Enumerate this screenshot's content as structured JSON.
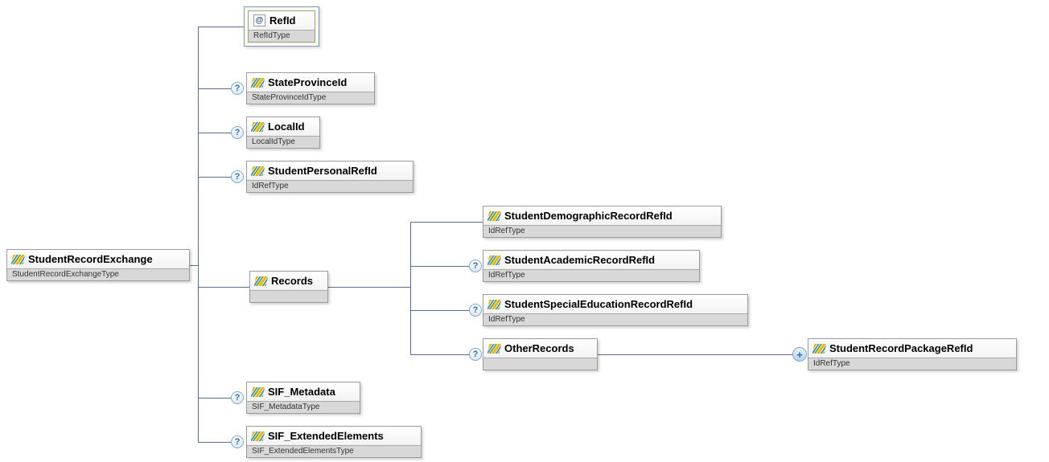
{
  "diagram": {
    "nodes": {
      "root": {
        "name": "StudentRecordExchange",
        "type": "StudentRecordExchangeType"
      },
      "refId": {
        "name": "RefId",
        "type": "RefIdType"
      },
      "stateProvinceId": {
        "name": "StateProvinceId",
        "type": "StateProvinceIdType"
      },
      "localId": {
        "name": "LocalId",
        "type": "LocalIdType"
      },
      "studentPersonalRefId": {
        "name": "StudentPersonalRefId",
        "type": "IdRefType"
      },
      "records": {
        "name": "Records",
        "type": ""
      },
      "studentDemographicRecordRefId": {
        "name": "StudentDemographicRecordRefId",
        "type": "IdRefType"
      },
      "studentAcademicRecordRefId": {
        "name": "StudentAcademicRecordRefId",
        "type": "IdRefType"
      },
      "studentSpecialEducationRecordRefId": {
        "name": "StudentSpecialEducationRecordRefId",
        "type": "IdRefType"
      },
      "otherRecords": {
        "name": "OtherRecords",
        "type": ""
      },
      "studentRecordPackageRefId": {
        "name": "StudentRecordPackageRefId",
        "type": "IdRefType"
      }
    },
    "badges": {
      "optional": "?",
      "repeatable": "+",
      "attribute": "@"
    },
    "colors": {
      "line": "#53718f",
      "selection_border": "#7a99c2",
      "selection_fill": "#fdfce8",
      "type_bar": "#d8d8d8"
    }
  }
}
